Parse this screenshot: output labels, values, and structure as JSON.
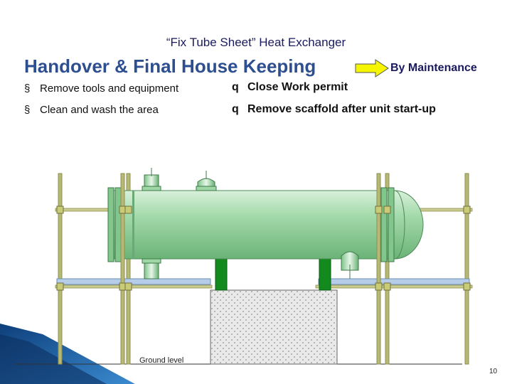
{
  "slide": {
    "subtitle": "“Fix Tube Sheet” Heat Exchanger",
    "title": "Handover & Final House Keeping",
    "by_label": "By Maintenance",
    "bullets_left": [
      {
        "marker": "§",
        "text": "Remove tools and equipment"
      },
      {
        "marker": "§",
        "text": "Clean and wash the area"
      }
    ],
    "bullets_right": [
      {
        "marker": "q",
        "text": "Close Work permit"
      },
      {
        "marker": "q",
        "text": "Remove scaffold after unit start-up"
      }
    ],
    "ground_label": "Ground level",
    "page_number": "10"
  },
  "colors": {
    "title": "#2e4f8f",
    "arrow_fill": "#f5f500",
    "vessel": "#8fcf97",
    "support": "#138a1e",
    "scaffold": "#a8aa6a",
    "platform": "#b5cde8",
    "foundation": "#e4e4e4",
    "corner_accent": "#1e5a9a"
  }
}
